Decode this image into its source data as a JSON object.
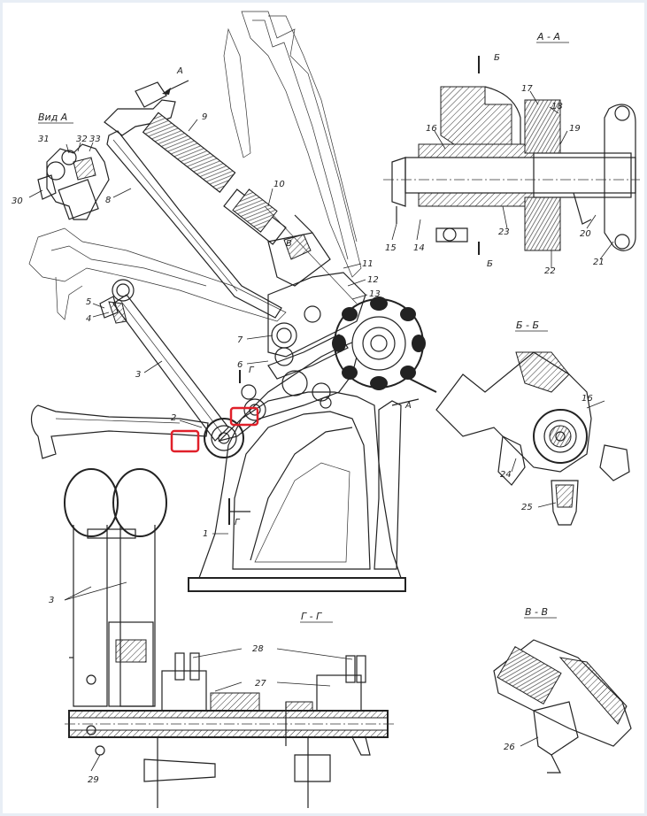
{
  "labels": {
    "vid_a": "Вид А",
    "section_aa": "А - А",
    "section_bb": "Б - Б",
    "section_gg": "Г - Г",
    "section_vv": "В - В",
    "arrow_a": "А",
    "arrow_b_top": "Б",
    "arrow_b_bottom": "Б",
    "arrow_g_top": "Г",
    "arrow_g_bottom": "Г",
    "arrow_v": "В",
    "arrow_a_lower": "А"
  },
  "parts": {
    "n1": "1",
    "n2": "2",
    "n3": "3",
    "n4": "4",
    "n5": "5",
    "n6": "6",
    "n7": "7",
    "n8": "8",
    "n9": "9",
    "n10": "10",
    "n11": "11",
    "n12": "12",
    "n13": "13",
    "n14": "14",
    "n15": "15",
    "n16": "16",
    "n16b": "16",
    "n17": "17",
    "n18": "18",
    "n19": "19",
    "n20": "20",
    "n21": "21",
    "n22": "22",
    "n23": "23",
    "n24": "24",
    "n25": "25",
    "n26": "26",
    "n27": "27",
    "n28": "28",
    "n29": "29",
    "n30": "30",
    "n31": "31",
    "n32": "32",
    "n33": "33",
    "n3b": "3"
  },
  "highlight_color": "#e0202a",
  "ink_color": "#222222"
}
